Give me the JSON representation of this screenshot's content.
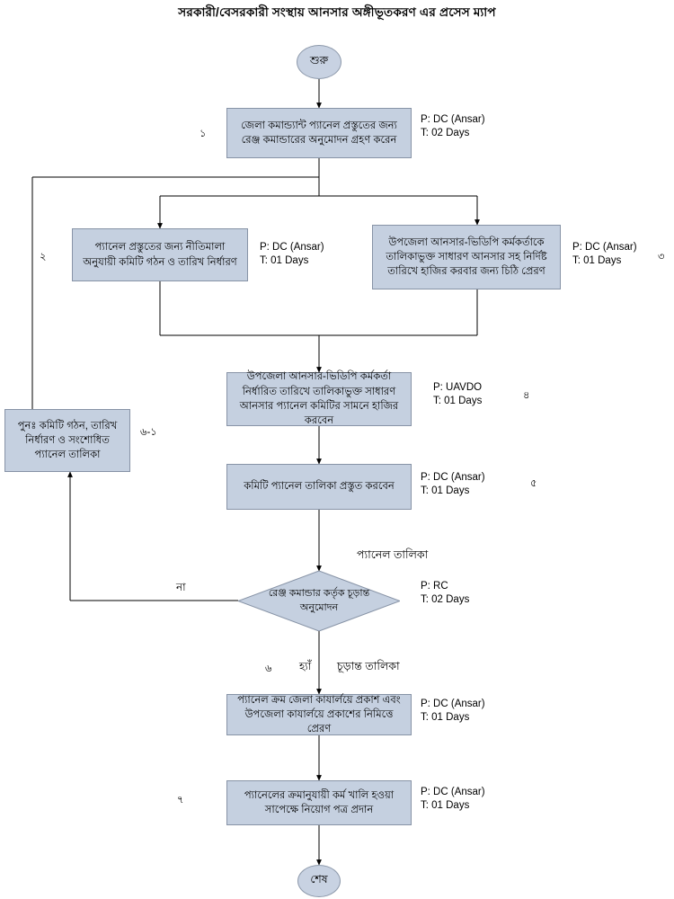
{
  "page": {
    "title": "সরকারী/বেসরকারী সংস্থায় আনসার অঙ্গীভূতকরণ এর প্রসেস ম্যাপ",
    "accent_fill": "#c5d0e0",
    "accent_border": "#8793a6",
    "line_color": "#000000",
    "background": "#ffffff"
  },
  "nodes": {
    "start": {
      "label": "শুরু"
    },
    "end": {
      "label": "শেষ"
    },
    "step1": {
      "text": "জেলা কমান্ড্যান্ট প্যানেল প্রস্তুতের জন্য রেঞ্জ কমান্ডারের অনুমোদন গ্রহণ করেন",
      "person": "P: DC (Ansar)",
      "time": "T: 02 Days",
      "step_no": "১"
    },
    "step2": {
      "text": "প্যানেল প্রস্তুতের জন্য নীতিমালা অনুযায়ী কমিটি গঠন ও তারিখ নির্ধারণ",
      "person": "P: DC (Ansar)",
      "time": "T: 01 Days",
      "step_no": "২"
    },
    "step3": {
      "text": "উপজেলা আনসার-ভিডিপি কর্মকর্তাকে তালিকাভুক্ত সাধারণ আনসার সহ নির্দিষ্ট তারিখে হাজির করবার জন্য চিঠি প্রেরণ",
      "person": "P: DC (Ansar)",
      "time": "T: 01 Days",
      "step_no": "৩"
    },
    "step4": {
      "text": "উপজেলা আনসার-ভিডিপি কর্মকর্তা নির্ধারিত তারিখে তালিকাভুক্ত সাধারণ আনসার প্যানেল কমিটির সামনে হাজির করবেন",
      "person": "P: UAVDO",
      "time": "T: 01 Days",
      "step_no": "৪"
    },
    "step5": {
      "text": "কমিটি প্যানেল তালিকা প্রস্তুত করবেন",
      "person": "P: DC (Ansar)",
      "time": "T: 01 Days",
      "step_no": "৫"
    },
    "rework": {
      "text": "পুনঃ  কমিটি গঠন, তারিখ নির্ধারণ ও সংশোধিত প্যানেল তালিকা",
      "step_no": "৬-১"
    },
    "decision": {
      "text": "রেঞ্জ কমান্ডার কর্তৃক চূড়ান্ত অনুমোদন",
      "person": "P: RC",
      "time": "T: 02 Days",
      "step_no": "৬",
      "label_no": "না",
      "label_yes": "হ্যাঁ",
      "input_annotation": "প্যানেল তালিকা",
      "output_annotation": "চূড়ান্ত তালিকা"
    },
    "step6": {
      "text": "প্যানেল ক্রম জেলা কাযার্লয়ে প্রকাশ এবং উপজেলা কাযার্লয়ে প্রকাশের নিমিত্তে প্রেরণ",
      "person": "P: DC (Ansar)",
      "time": "T: 01 Days"
    },
    "step7": {
      "text": "প্যানেলের ক্রমানুযায়ী কর্ম খালি হওয়া সাপেক্ষে নিয়োগ পত্র প্রদান",
      "person": "P: DC (Ansar)",
      "time": "T: 01 Days",
      "step_no": "৭"
    }
  }
}
